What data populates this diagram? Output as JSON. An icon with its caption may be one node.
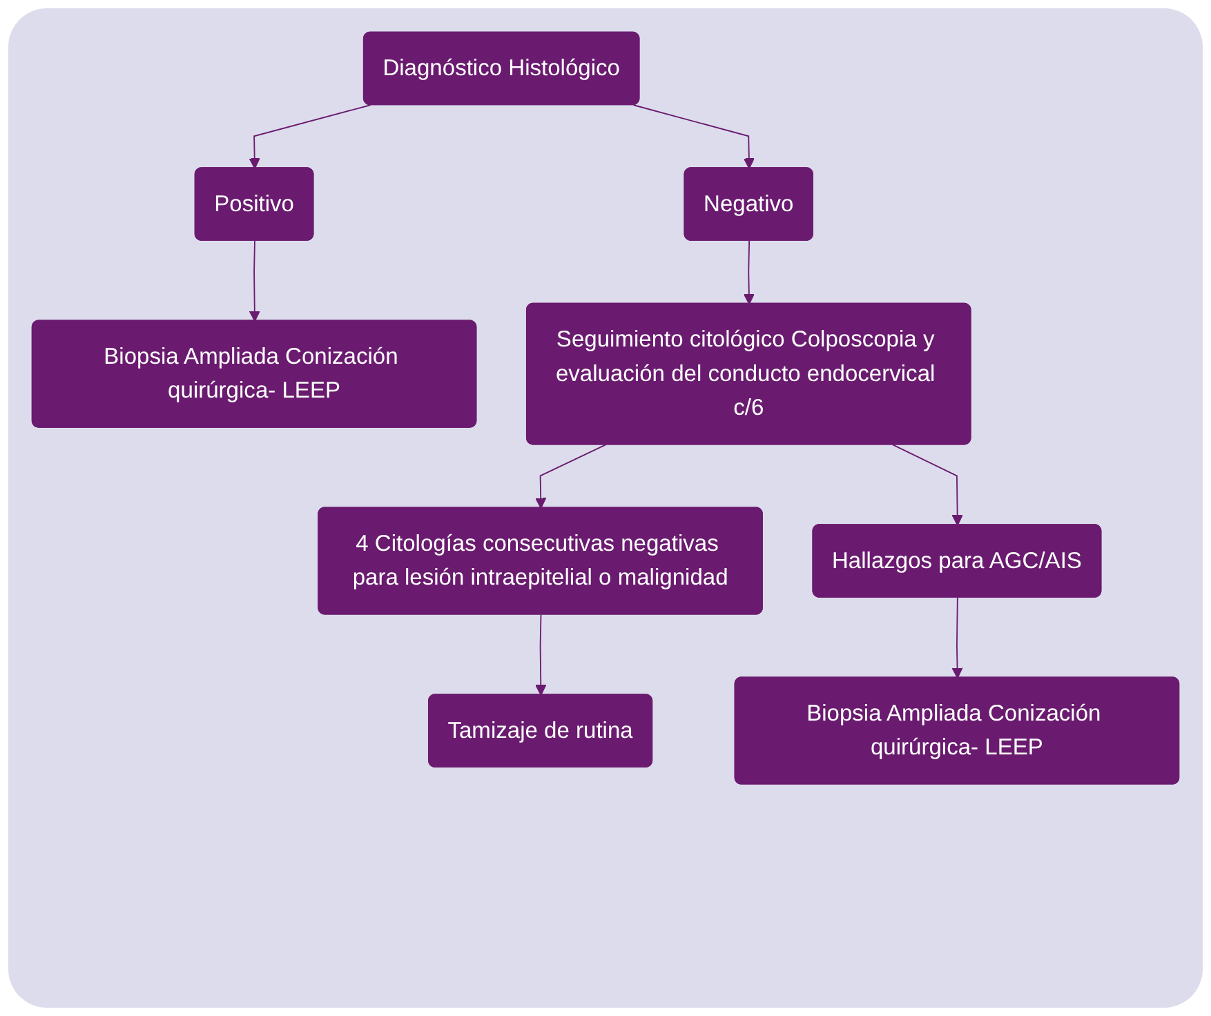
{
  "diagram": {
    "nodes": [
      {
        "text": [
          "Diagnóstico Histológico"
        ]
      },
      {
        "text": [
          "Positivo"
        ]
      },
      {
        "text": [
          "Negativo"
        ]
      },
      {
        "text": [
          "Biopsia Ampliada Conización quirúrgica- LEEP"
        ]
      },
      {
        "text": [
          "Seguimiento citológico Colposcopia y evaluación del conducto endocervical c/6"
        ]
      },
      {
        "text": [
          "4 Citologías consecutivas negativas para lesión intraepitelial o malignidad"
        ]
      },
      {
        "text": [
          "Hallazgos para AGC/AIS"
        ]
      },
      {
        "text": [
          "Tamizaje de rutina"
        ]
      },
      {
        "text": [
          "Biopsia Ampliada Conización quirúrgica- LEEP"
        ]
      }
    ],
    "edges": [
      {
        "from": 0,
        "to": 1,
        "arrow": "to"
      },
      {
        "from": 0,
        "to": 2,
        "arrow": "to"
      },
      {
        "from": 1,
        "to": 3,
        "arrow": "to"
      },
      {
        "from": 2,
        "to": 4,
        "arrow": "to"
      },
      {
        "from": 4,
        "to": 5,
        "arrow": "to"
      },
      {
        "from": 4,
        "to": 6,
        "arrow": "to"
      },
      {
        "from": 5,
        "to": 7,
        "arrow": "to"
      },
      {
        "from": 6,
        "to": 8,
        "arrow": "to"
      }
    ]
  }
}
